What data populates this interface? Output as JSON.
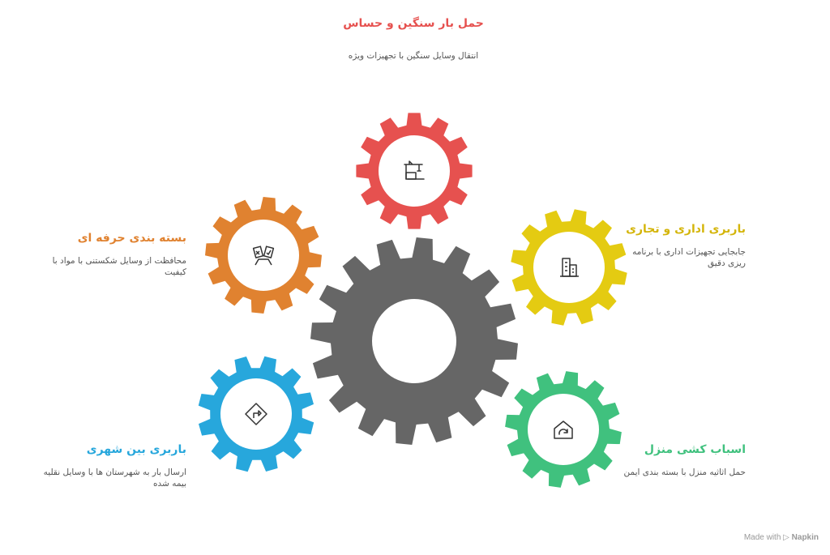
{
  "colors": {
    "center": "#666666",
    "red": "#E6514F",
    "yellow": "#E4CB12",
    "orange": "#E08230",
    "blue": "#27A7DC",
    "green": "#40C17E"
  },
  "gears": [
    {
      "id": "red",
      "icon": "crane-icon"
    },
    {
      "id": "yellow",
      "icon": "office-building-icon"
    },
    {
      "id": "orange",
      "icon": "packing-icon"
    },
    {
      "id": "blue",
      "icon": "road-sign-icon"
    },
    {
      "id": "green",
      "icon": "home-moving-icon"
    }
  ],
  "items": {
    "heavy": {
      "title": "حمل بار سنگین و حساس",
      "desc": "انتقال وسایل سنگین با تجهیزات ویژه"
    },
    "office": {
      "title": "باربری اداری و تجاری",
      "desc": "جابجایی تجهیزات اداری با برنامه ریزی دقیق"
    },
    "home": {
      "title": "اسباب کشی منزل",
      "desc": "حمل اثاثیه منزل با بسته بندی ایمن"
    },
    "packing": {
      "title": "بسته بندی حرفه ای",
      "desc": "محافظت از وسایل شکستنی با مواد با کیفیت"
    },
    "intercity": {
      "title": "باربری بین شهری",
      "desc": "ارسال بار به شهرستان ها با وسایل نقلیه بیمه شده"
    }
  },
  "footer": {
    "made_with": "Made with",
    "brand": "Napkin"
  }
}
